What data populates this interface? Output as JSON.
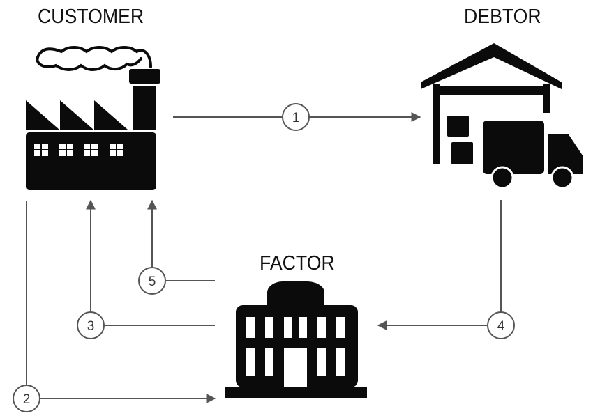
{
  "nodes": {
    "customer": {
      "label": "CUSTOMER",
      "icon": "factory-icon"
    },
    "debtor": {
      "label": "DEBTOR",
      "icon": "warehouse-truck-icon"
    },
    "factor": {
      "label": "FACTOR",
      "icon": "bank-building-icon"
    }
  },
  "steps": [
    {
      "number": "1",
      "from": "customer",
      "to": "debtor"
    },
    {
      "number": "2",
      "from": "customer",
      "to": "factor"
    },
    {
      "number": "3",
      "from": "factor",
      "to": "customer"
    },
    {
      "number": "4",
      "from": "debtor",
      "to": "factor"
    },
    {
      "number": "5",
      "from": "factor",
      "to": "customer"
    }
  ],
  "colors": {
    "icon": "#0b0b0b",
    "line": "#555555",
    "text": "#111111"
  }
}
